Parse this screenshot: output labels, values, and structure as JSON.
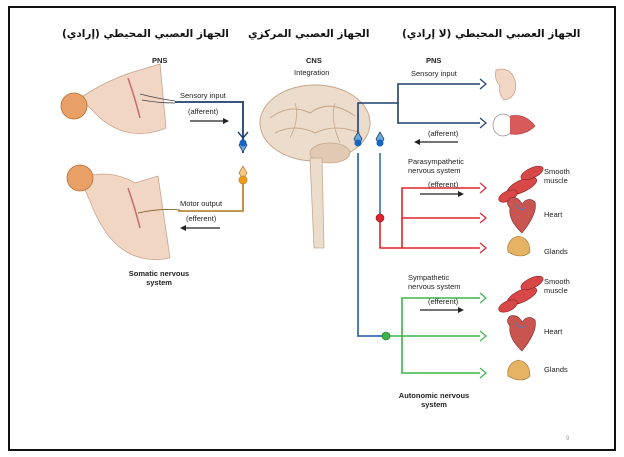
{
  "headers": {
    "left": "الجهاز العصبي المحيطي (إرادي)",
    "middle": "الجهاز العصبي المركزي",
    "right": "الجهاز العصبي المحيطي (لا إرادي)"
  },
  "labels": {
    "pns_left": "PNS",
    "cns": "CNS",
    "integration": "Integration",
    "pns_right": "PNS",
    "sensory_input_left": "Sensory input",
    "afferent_left": "(afferent)",
    "motor_output": "Motor output",
    "efferent_left": "(efferent)",
    "somatic_line1": "Somatic nervous",
    "somatic_line2": "system",
    "sensory_input_right": "Sensory input",
    "afferent_right": "(afferent)",
    "parasympathetic_line1": "Parasympathetic",
    "parasympathetic_line2": "nervous system",
    "efferent_para": "(efferent)",
    "sympathetic_line1": "Sympathetic",
    "sympathetic_line2": "nervous system",
    "efferent_symp": "(efferent)",
    "smooth_muscle_1_line1": "Smooth",
    "smooth_muscle_1_line2": "muscle",
    "heart_1": "Heart",
    "glands_1": "Glands",
    "smooth_muscle_2_line1": "Smooth",
    "smooth_muscle_2_line2": "muscle",
    "heart_2": "Heart",
    "glands_2": "Glands",
    "autonomic_line1": "Autonomic nervous",
    "autonomic_line2": "system"
  },
  "page_number": "9",
  "colors": {
    "sensory": "#1f3f6e",
    "sensory_node": "#1565c0",
    "motor": "#b8893a",
    "parasympathetic": "#e0242f",
    "sympathetic": "#3bb54a",
    "autonomic_trunk": "#3a6fb0",
    "skin": "#f1d6c4",
    "brain": "#ebdccc"
  }
}
